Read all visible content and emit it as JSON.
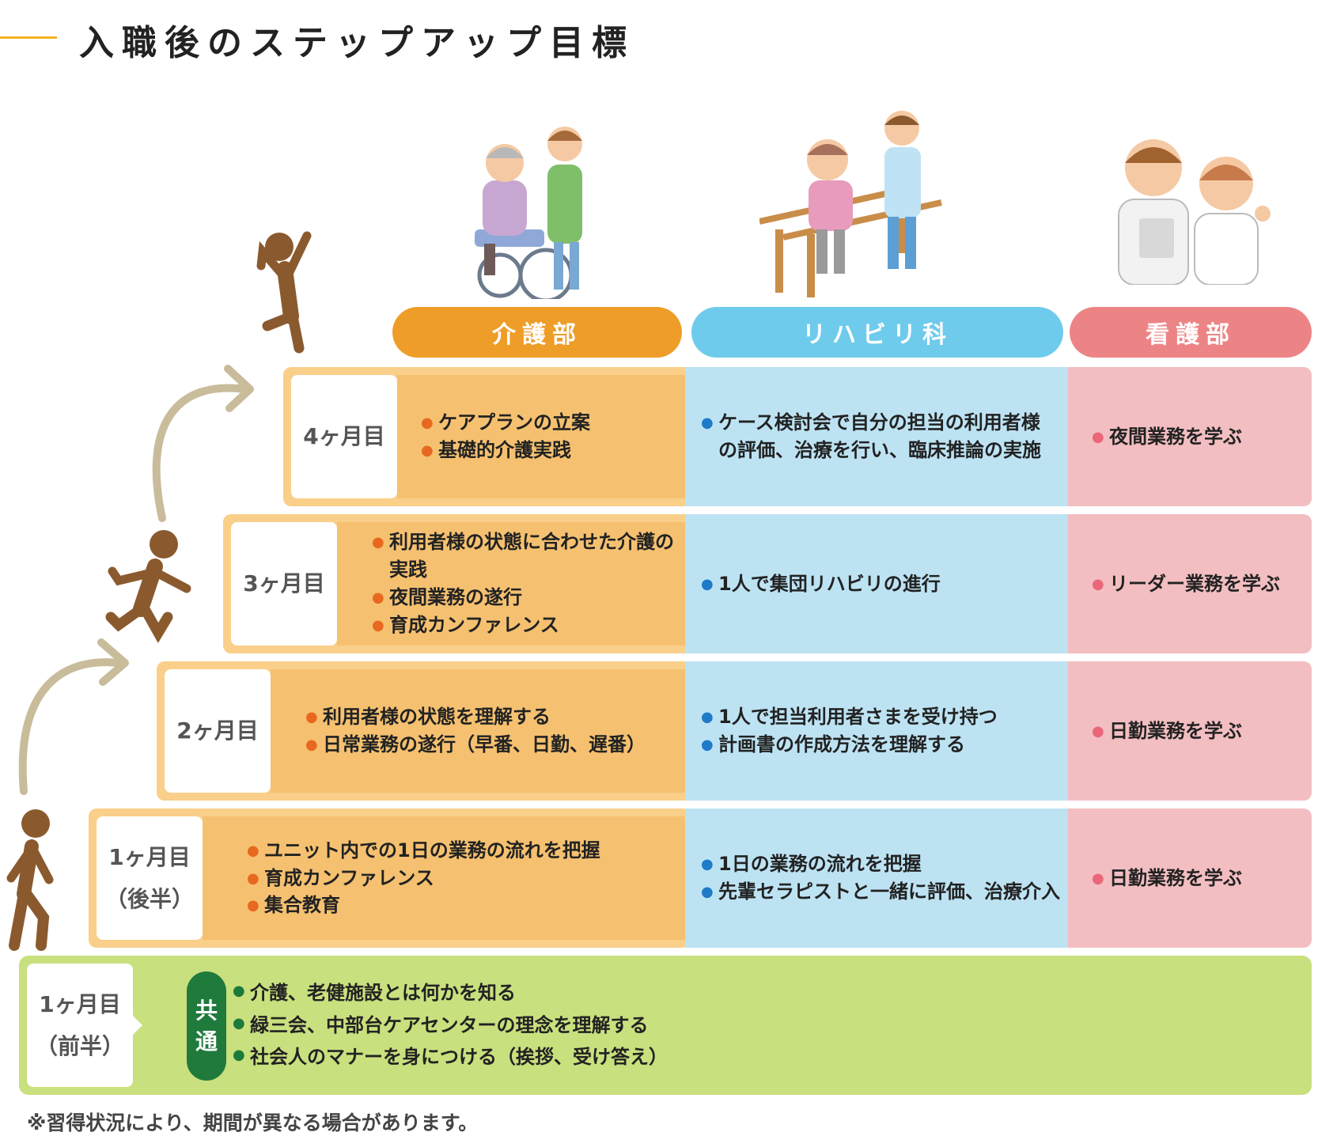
{
  "title": "入職後のステップアップ目標",
  "departments": {
    "care": "介護部",
    "reha": "リハビリ科",
    "nurse": "看護部"
  },
  "rows": [
    {
      "month": "4ヶ月目",
      "care": [
        "ケアプランの立案",
        "基礎的介護実践"
      ],
      "reha": [
        "ケース検討会で自分の担当の利用者様の評価、治療を行い、臨床推論の実施"
      ],
      "nurse": [
        "夜間業務を学ぶ"
      ]
    },
    {
      "month": "3ヶ月目",
      "care": [
        "利用者様の状態に合わせた介護の実践",
        "夜間業務の遂行",
        "育成カンファレンス"
      ],
      "reha": [
        "1人で集団リハビリの進行"
      ],
      "nurse": [
        "リーダー業務を学ぶ"
      ]
    },
    {
      "month": "2ヶ月目",
      "care": [
        "利用者様の状態を理解する",
        "日常業務の遂行（早番、日勤、遅番）"
      ],
      "reha": [
        "1人で担当利用者さまを受け持つ",
        "計画書の作成方法を理解する"
      ],
      "nurse": [
        "日勤業務を学ぶ"
      ]
    },
    {
      "month": "1ヶ月目",
      "month_sub": "（後半）",
      "care": [
        "ユニット内での1日の業務の流れを把握",
        "育成カンファレンス",
        "集合教育"
      ],
      "reha": [
        "1日の業務の流れを把握",
        "先輩セラピストと一緒に評価、治療介入"
      ],
      "nurse": [
        "日勤業務を学ぶ"
      ]
    }
  ],
  "common": {
    "month": "1ヶ月目",
    "month_sub": "（前半）",
    "badge_top": "共",
    "badge_bottom": "通",
    "items": [
      "介護、老健施設とは何かを知る",
      "緑三会、中部台ケアセンターの理念を理解する",
      "社会人のマナーを身につける（挨拶、受け答え）"
    ]
  },
  "note": "※習得状況により、期間が異なる場合があります。",
  "colors": {
    "accent": "#f0b323",
    "care": "#f5c170",
    "care_header": "#ee9d28",
    "reha": "#bde3f3",
    "reha_header": "#6ecbec",
    "nurse": "#f3bec1",
    "nurse_header": "#ec8486",
    "common": "#c9e07e",
    "figure": "#8a5a2e"
  },
  "icons": [
    "running-person-icon",
    "step-arrow-icon",
    "caregiver-wheelchair-illustration",
    "rehab-therapist-illustration",
    "nurses-illustration"
  ]
}
